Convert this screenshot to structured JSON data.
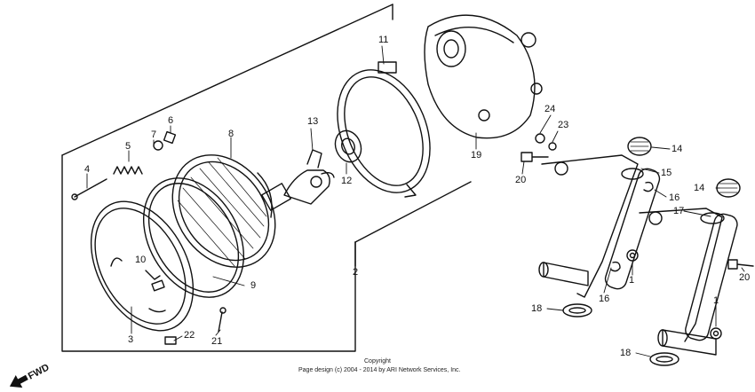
{
  "diagram": {
    "callouts": {
      "c1_left": "1",
      "c1_right": "1",
      "c2": "2",
      "c3": "3",
      "c4": "4",
      "c5": "5",
      "c6": "6",
      "c7": "7",
      "c8": "8",
      "c9": "9",
      "c10": "10",
      "c11": "11",
      "c12": "12",
      "c13": "13",
      "c14_top": "14",
      "c14_mid": "14",
      "c15": "15",
      "c16_upper": "16",
      "c16_lower": "16",
      "c17": "17",
      "c18_left": "18",
      "c18_right": "18",
      "c19": "19",
      "c20_left": "20",
      "c20_right": "20",
      "c21": "21",
      "c22": "22",
      "c23": "23",
      "c24": "24"
    },
    "direction_label": "FWD",
    "copyright_line": "Copyright",
    "copyright_detail": "Page design (c) 2004 - 2014 by ARI Network Services, Inc."
  },
  "colors": {
    "line": "#111111",
    "background": "#ffffff"
  }
}
